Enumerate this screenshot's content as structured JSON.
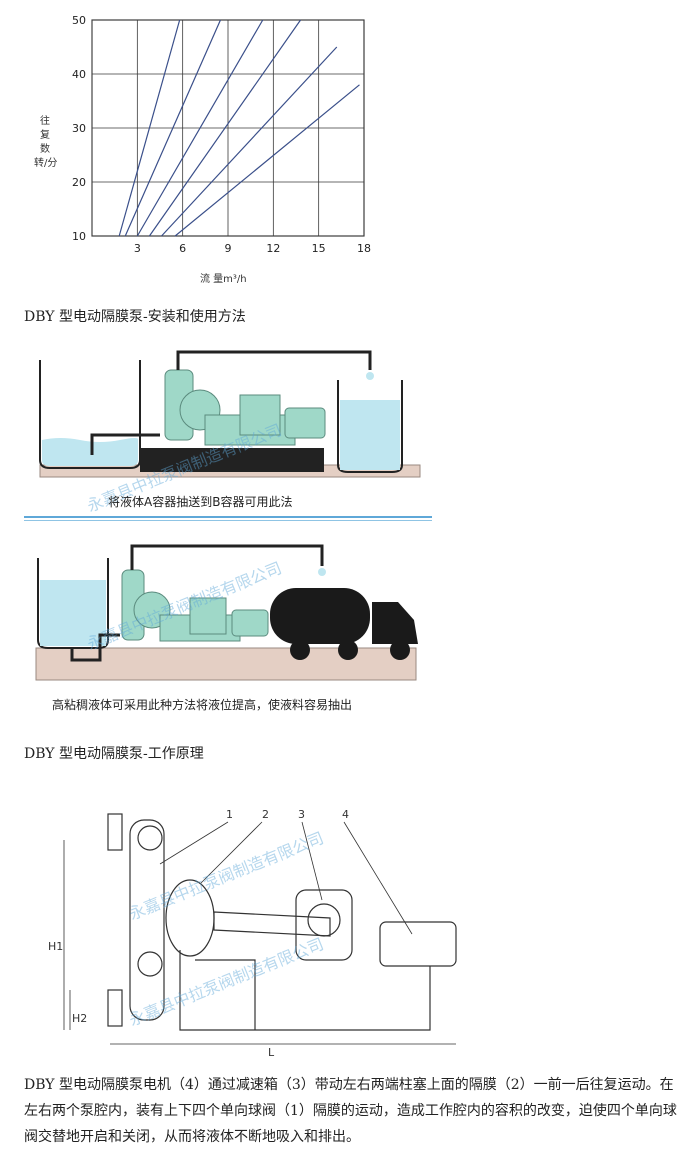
{
  "chart_data": {
    "type": "line",
    "x_ticks": [
      3,
      6,
      9,
      12,
      15,
      18
    ],
    "y_ticks": [
      10,
      20,
      30,
      40,
      50
    ],
    "xlim": [
      0,
      18
    ],
    "ylim": [
      10,
      50
    ],
    "ylabel_lines": [
      "往",
      "复",
      "数",
      "转/分"
    ],
    "xlabel": "流 量m³/h",
    "grid": true,
    "series": [
      {
        "points": [
          [
            1.8,
            10
          ],
          [
            5.8,
            50
          ]
        ]
      },
      {
        "points": [
          [
            2.2,
            10
          ],
          [
            8.5,
            50
          ]
        ]
      },
      {
        "points": [
          [
            3.0,
            10
          ],
          [
            11.3,
            50
          ]
        ]
      },
      {
        "points": [
          [
            3.8,
            10
          ],
          [
            13.8,
            50
          ]
        ]
      },
      {
        "points": [
          [
            4.6,
            10
          ],
          [
            16.2,
            45
          ]
        ]
      },
      {
        "points": [
          [
            5.5,
            10
          ],
          [
            17.7,
            38
          ]
        ]
      }
    ]
  },
  "sections": {
    "install_title": "DBY 型电动隔膜泵-安装和使用方法",
    "install_caption_1": "将液体A容器抽送到B容器可用此法",
    "install_caption_2": "高粘稠液体可采用此种方法将液位提高，使液料容易抽出",
    "principle_title": "DBY 型电动隔膜泵-工作原理",
    "watermark": "永嘉县中拉泵阀制造有限公司",
    "diagram_labels": [
      "1",
      "2",
      "3",
      "4"
    ],
    "dim_L": "L",
    "dim_H1": "H1",
    "dim_H2": "H2",
    "paragraph": "DBY 型电动隔膜泵电机（4）通过减速箱（3）带动左右两端柱塞上面的隔膜（2）一前一后往复运动。在左右两个泵腔内，装有上下四个单向球阀（1）隔膜的运动，造成工作腔内的容积的改变，迫使四个单向球阀交替地开启和关闭，从而将液体不断地吸入和排出。"
  },
  "colors": {
    "water": "#bfe6f0",
    "pump": "#9fd8c8",
    "ground": "#e4cfc4",
    "grid": "#3a3a3a",
    "curve": "#3a4f8a"
  }
}
